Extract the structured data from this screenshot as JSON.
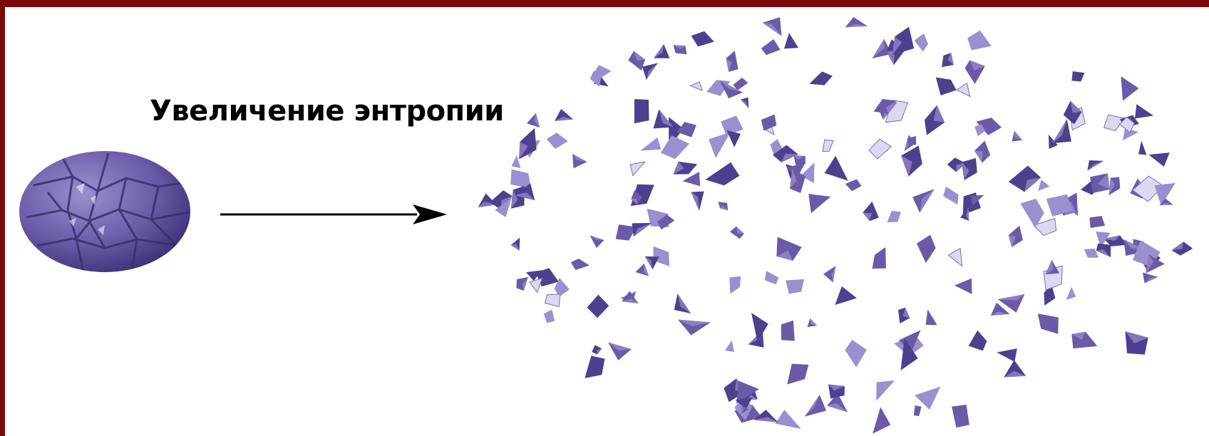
{
  "caption": "Увеличение энтропии",
  "colors": {
    "frame": "#7a0a0a",
    "background": "#ffffff",
    "fragment_dark": "#4f3f8f",
    "fragment_mid": "#6b5aa8",
    "fragment_light": "#9c8fcf",
    "fragment_highlight": "#ddd8f0",
    "arrow": "#000000"
  },
  "elements": {
    "initial_state": "purple-ordered-sphere",
    "transition": "right-arrow",
    "final_state": "scattered-purple-fragments"
  }
}
